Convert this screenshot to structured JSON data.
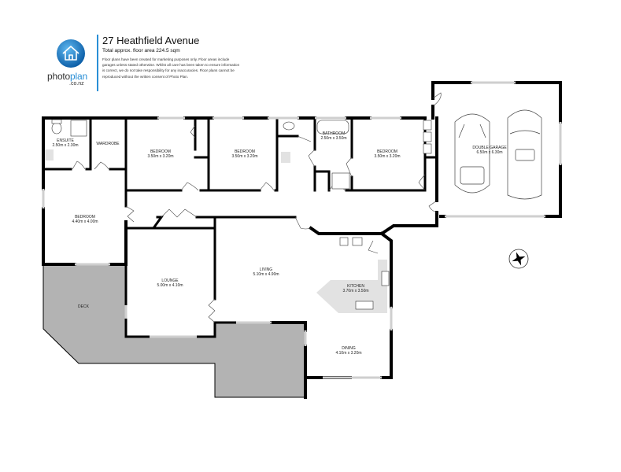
{
  "brand": {
    "name_part1": "photo",
    "name_part2": "plan",
    "domain": ".co.nz",
    "accent_color": "#2a8fd6"
  },
  "header": {
    "title": "27 Heathfield Avenue",
    "subtitle": "Total approx. floor area 224.5 sqm",
    "disclaimer": "Floor plans have been created for marketing purposes only. Floor areas include garages unless stated otherwise. Whilst all care has been taken to ensure information is correct, we do not take responsibility for any inaccuracies. Floor plans cannot be reproduced without the written consent of Photo Plan."
  },
  "rooms": {
    "ensuite": {
      "name": "ENSUITE",
      "size": "2.50m x 2.30m"
    },
    "wardrobe": {
      "name": "WARDROBE",
      "size": ""
    },
    "bedroom1": {
      "name": "BEDROOM",
      "size": "3.50m x 3.20m"
    },
    "bedroom2": {
      "name": "BEDROOM",
      "size": "3.50m x 3.20m"
    },
    "bathroom": {
      "name": "BATHROOM",
      "size": "2.50m x 3.50m"
    },
    "bedroom3": {
      "name": "BEDROOM",
      "size": "3.50m x 3.20m"
    },
    "garage": {
      "name": "DOUBLE GARAGE",
      "size": "6.50m x 6.30m"
    },
    "master": {
      "name": "BEDROOM",
      "size": "4.40m x 4.00m"
    },
    "lounge": {
      "name": "LOUNGE",
      "size": "5.00m x 4.10m"
    },
    "living": {
      "name": "LIVING",
      "size": "5.10m x 4.90m"
    },
    "kitchen": {
      "name": "KITCHEN",
      "size": "3.70m x 3.50m"
    },
    "dining": {
      "name": "DINING",
      "size": "4.10m x 3.20m"
    },
    "deck": {
      "name": "DECK",
      "size": ""
    }
  },
  "colors": {
    "wall": "#000000",
    "deck_fill": "#b3b3b3",
    "counter_fill": "#e2e2e2",
    "window": "#dcdcdc"
  }
}
